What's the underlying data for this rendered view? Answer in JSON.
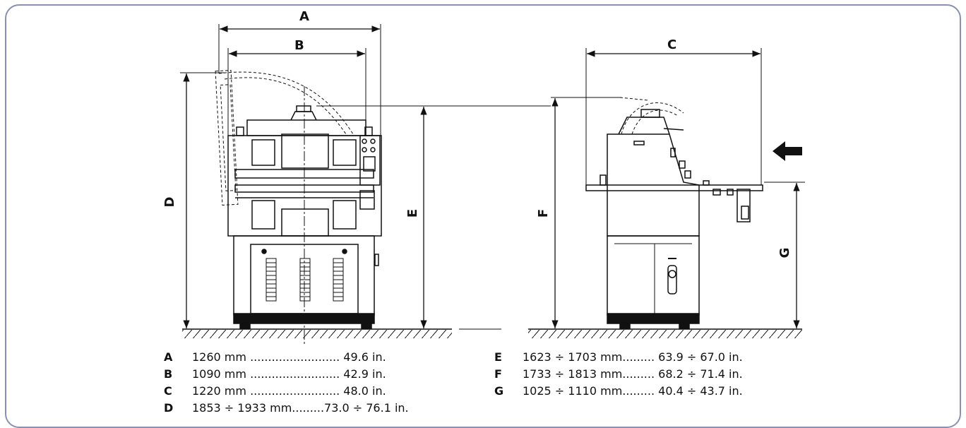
{
  "dimension_labels": {
    "A": "A",
    "B": "B",
    "C": "C",
    "D": "D",
    "E": "E",
    "F": "F",
    "G": "G"
  },
  "specs": [
    {
      "letter": "A",
      "value": "1260 mm ......................... 49.6 in."
    },
    {
      "letter": "B",
      "value": "1090 mm ......................... 42.9 in."
    },
    {
      "letter": "C",
      "value": "1220 mm ......................... 48.0 in."
    },
    {
      "letter": "D",
      "value": "1853 ÷ 1933 mm.........73.0 ÷ 76.1 in."
    },
    {
      "letter": "E",
      "value": "1623 ÷ 1703 mm......... 63.9 ÷ 67.0 in."
    },
    {
      "letter": "F",
      "value": "1733 ÷ 1813 mm......... 68.2 ÷ 71.4 in."
    },
    {
      "letter": "G",
      "value": "1025 ÷ 1110 mm......... 40.4 ÷ 43.7 in."
    }
  ],
  "colors": {
    "frame": "#8a90b2",
    "line": "#111111"
  }
}
